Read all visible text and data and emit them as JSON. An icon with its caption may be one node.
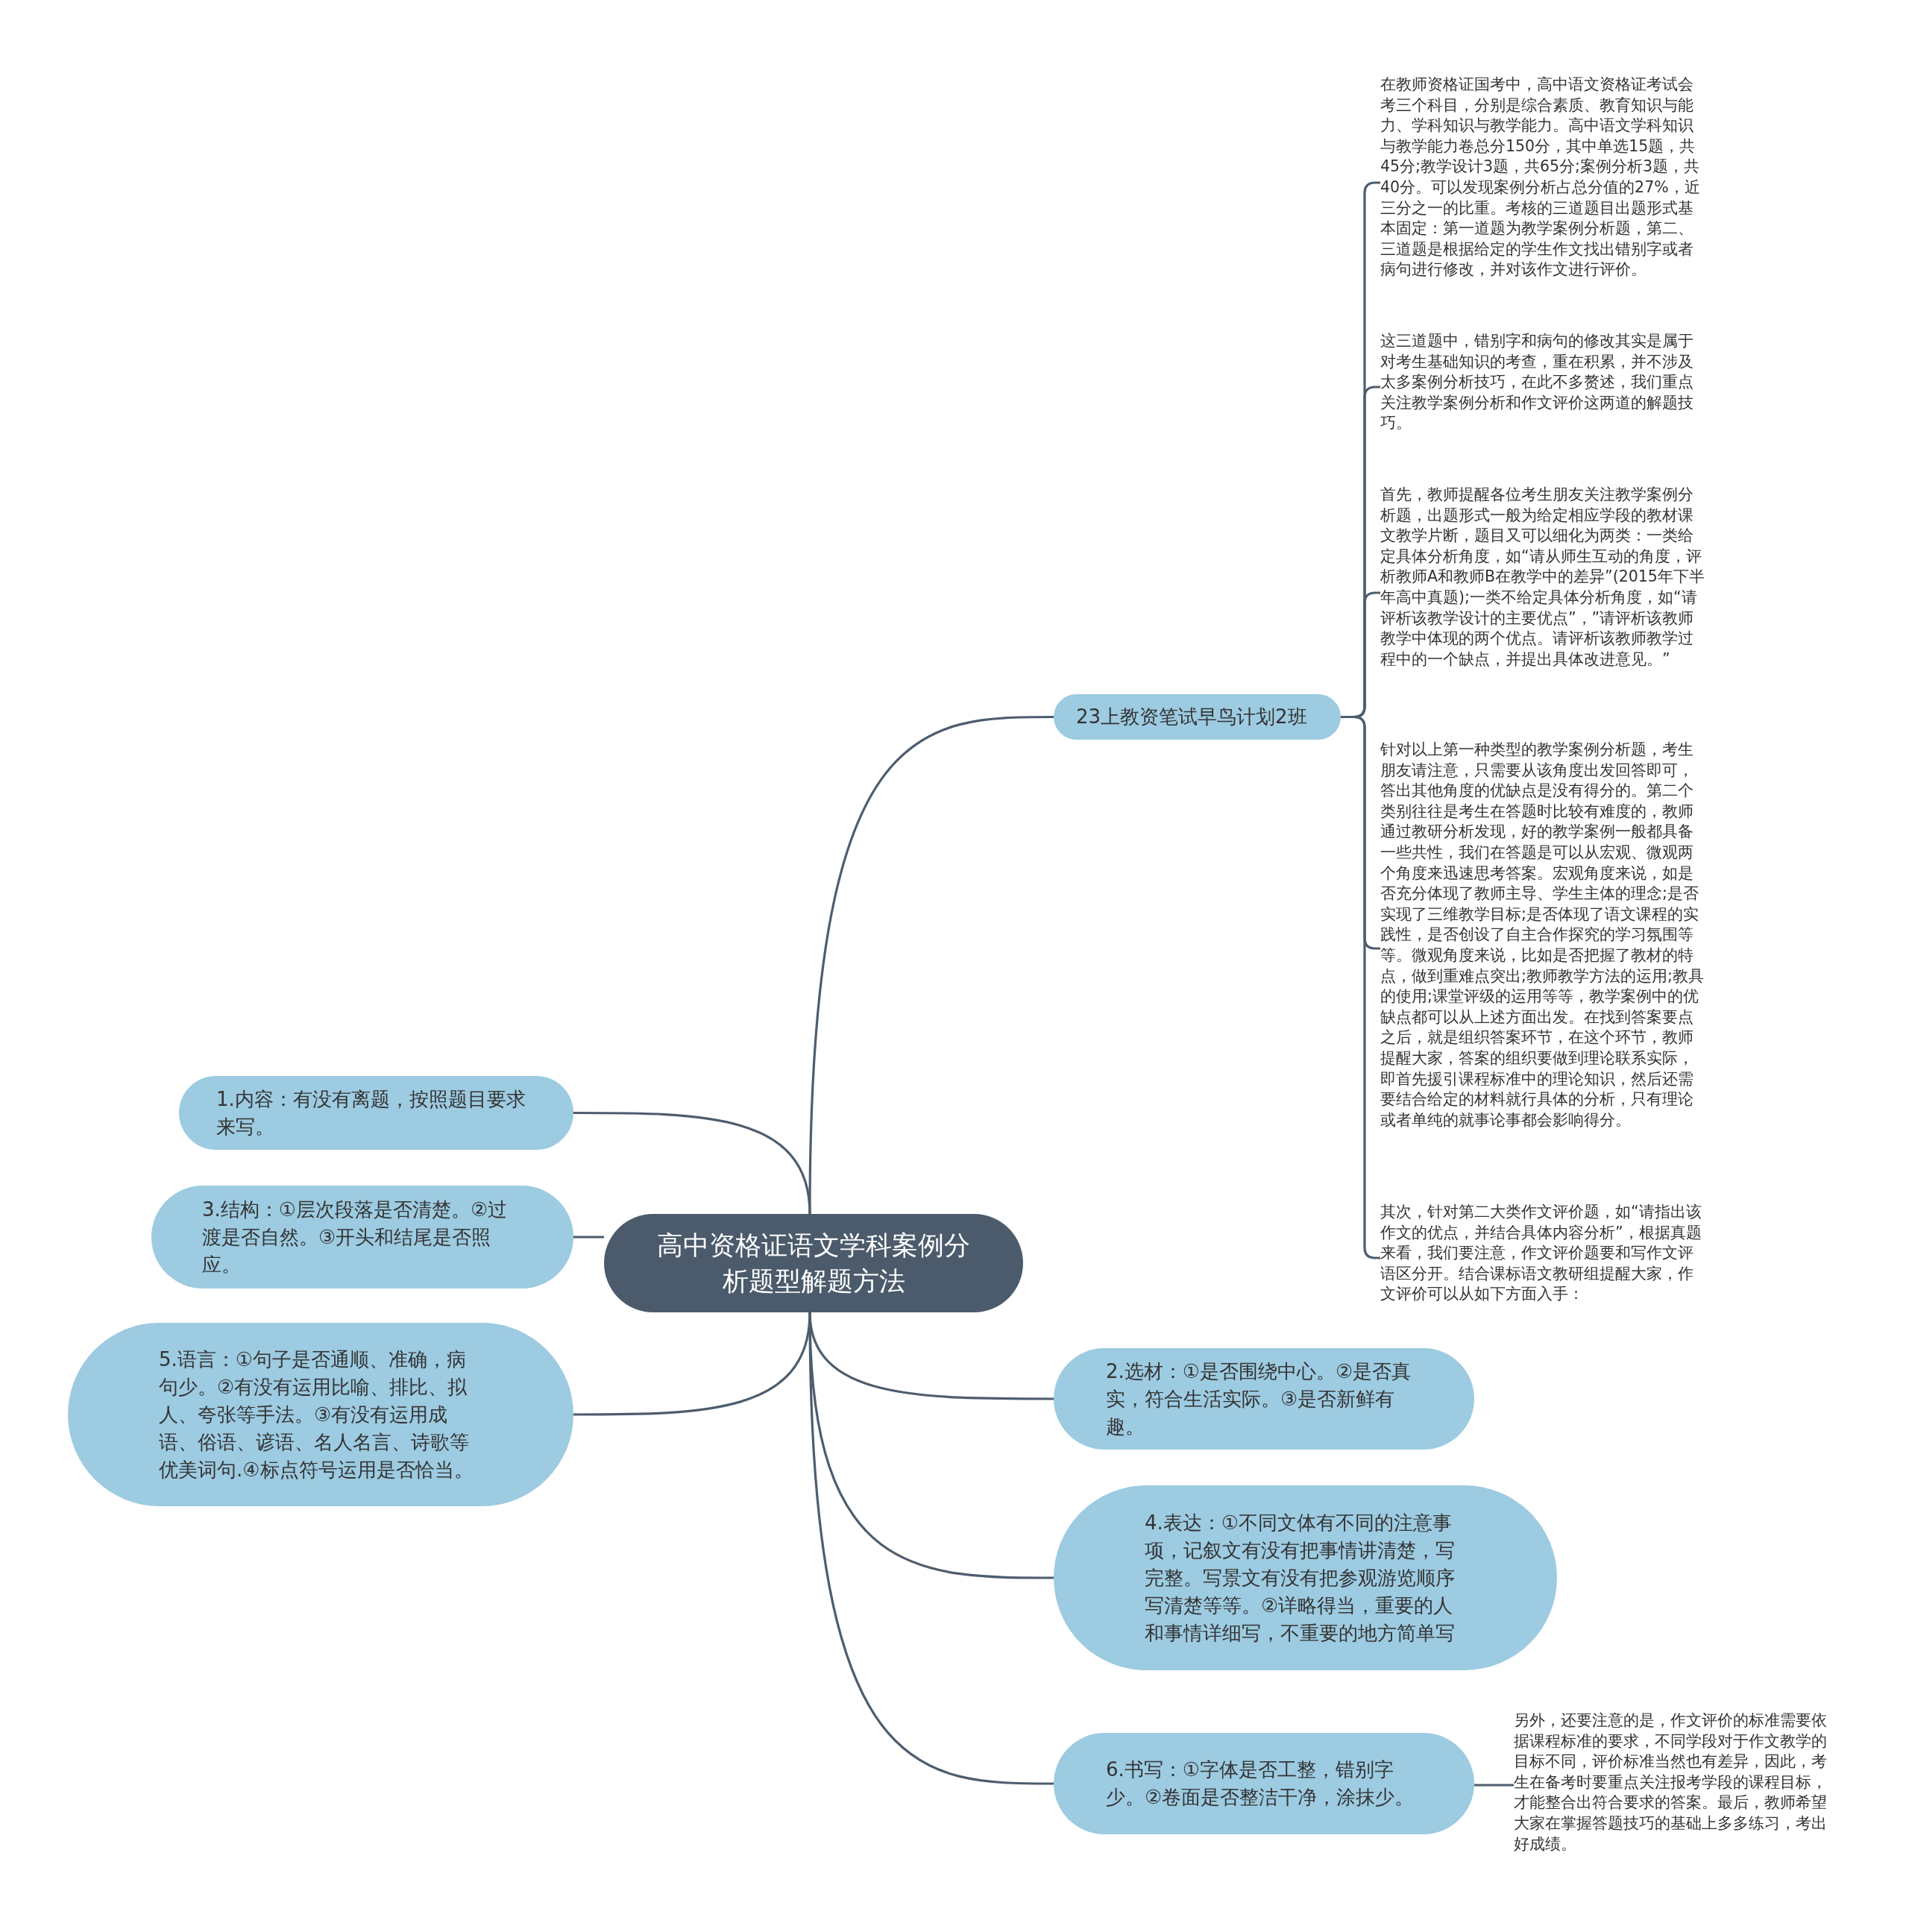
{
  "diagram": {
    "nodes": [
      {
        "text": [
          "高中资格证语文学科案例分析题型解题方法"
        ]
      },
      {
        "text": [
          "23上教资笔试早鸟计划2班"
        ]
      },
      {
        "text": [
          "在教师资格证国考中，高中语文资格证考试会考三个科目，分别是综合素质、教育知识与能力、学科知识与教学能力。高中语文学科知识与教学能力卷总分150分，其中单选15题，共45分;教学设计3题，共65分;案例分析3题，共40分。可以发现案例分析占总分值的27%，近三分之一的比重。考核的三道题目出题形式基本固定：第一道题为教学案例分析题，第二、三道题是根据给定的学生作文找出错别字或者病句进行修改，并对该作文进行评价。"
        ]
      },
      {
        "text": [
          "这三道题中，错别字和病句的修改其实是属于对考生基础知识的考查，重在积累，并不涉及太多案例分析技巧，在此不多赘述，我们重点关注教学案例分析和作文评价这两道的解题技巧。"
        ]
      },
      {
        "text": [
          "首先，教师提醒各位考生朋友关注教学案例分析题，出题形式一般为给定相应学段的教材课文教学片断，题目又可以细化为两类：一类给定具体分析角度，如“请从师生互动的角度，评析教师A和教师B在教学中的差异”(2015年下半年高中真题);一类不给定具体分析角度，如“请评析该教学设计的主要优点”，”请评析该教师教学中体现的两个优点。请评析该教师教学过程中的一个缺点，并提出具体改进意见。”"
        ]
      },
      {
        "text": [
          "针对以上第一种类型的教学案例分析题，考生朋友请注意，只需要从该角度出发回答即可，答出其他角度的优缺点是没有得分的。第二个类别往往是考生在答题时比较有难度的，教师通过教研分析发现，好的教学案例一般都具备一些共性，我们在答题是可以从宏观、微观两个角度来迅速思考答案。宏观角度来说，如是否充分体现了教师主导、学生主体的理念;是否实现了三维教学目标;是否体现了语文课程的实践性，是否创设了自主合作探究的学习氛围等等。微观角度来说，比如是否把握了教材的特点，做到重难点突出;教师教学方法的运用;教具的使用;课堂评级的运用等等，教学案例中的优缺点都可以从上述方面出发。在找到答案要点之后，就是组织答案环节，在这个环节，教师提醒大家，答案的组织要做到理论联系实际，即首先援引课程标准中的理论知识，然后还需要结合给定的材料就行具体的分析，只有理论或者单纯的就事论事都会影响得分。"
        ]
      },
      {
        "text": [
          "其次，针对第二大类作文评价题，如“请指出该作文的优点，并结合具体内容分析”，根据真题来看，我们要注意，作文评价题要和写作文评语区分开。结合课标语文教研组提醒大家，作文评价可以从如下方面入手："
        ]
      },
      {
        "text": [
          "1.内容：有没有离题，按照题目要求来写。"
        ]
      },
      {
        "text": [
          "2.选材：①是否围绕中心。②是否真实，符合生活实际。③是否新鲜有趣。"
        ]
      },
      {
        "text": [
          "3.结构：①层次段落是否清楚。②过渡是否自然。③开头和结尾是否照应。"
        ]
      },
      {
        "text": [
          "4.表达：①不同文体有不同的注意事项，记叙文有没有把事情讲清楚，写完整。写景文有没有把参观游览顺序写清楚等等。②详略得当，重要的人和事情详细写，不重要的地方简单写"
        ]
      },
      {
        "text": [
          "5.语言：①句子是否通顺、准确，病句少。②有没有运用比喻、排比、拟人、夸张等手法。③有没有运用成语、俗语、谚语、名人名言、诗歌等优美词句.④标点符号运用是否恰当。"
        ]
      },
      {
        "text": [
          "6.书写：①字体是否工整，错别字少。②卷面是否整洁干净，涂抹少。"
        ]
      },
      {
        "text": [
          "另外，还要注意的是，作文评价的标准需要依据课程标准的要求，不同学段对于作文教学的目标不同，评价标准当然也有差异，因此，考生在备考时要重点关注报考学段的课程目标，才能整合出符合要求的答案。最后，教师希望大家在掌握答题技巧的基础上多多练习，考出好成绩。"
        ]
      }
    ],
    "edges": [
      {
        "from": 0,
        "to": 1,
        "arrow": "none"
      },
      {
        "from": 1,
        "to": 2,
        "arrow": "none"
      },
      {
        "from": 1,
        "to": 3,
        "arrow": "none"
      },
      {
        "from": 1,
        "to": 4,
        "arrow": "none"
      },
      {
        "from": 1,
        "to": 5,
        "arrow": "none"
      },
      {
        "from": 1,
        "to": 6,
        "arrow": "none"
      },
      {
        "from": 0,
        "to": 7,
        "arrow": "none"
      },
      {
        "from": 0,
        "to": 8,
        "arrow": "none"
      },
      {
        "from": 0,
        "to": 9,
        "arrow": "none"
      },
      {
        "from": 0,
        "to": 10,
        "arrow": "none"
      },
      {
        "from": 0,
        "to": 11,
        "arrow": "none"
      },
      {
        "from": 0,
        "to": 12,
        "arrow": "none"
      },
      {
        "from": 12,
        "to": 13,
        "arrow": "none"
      }
    ]
  }
}
